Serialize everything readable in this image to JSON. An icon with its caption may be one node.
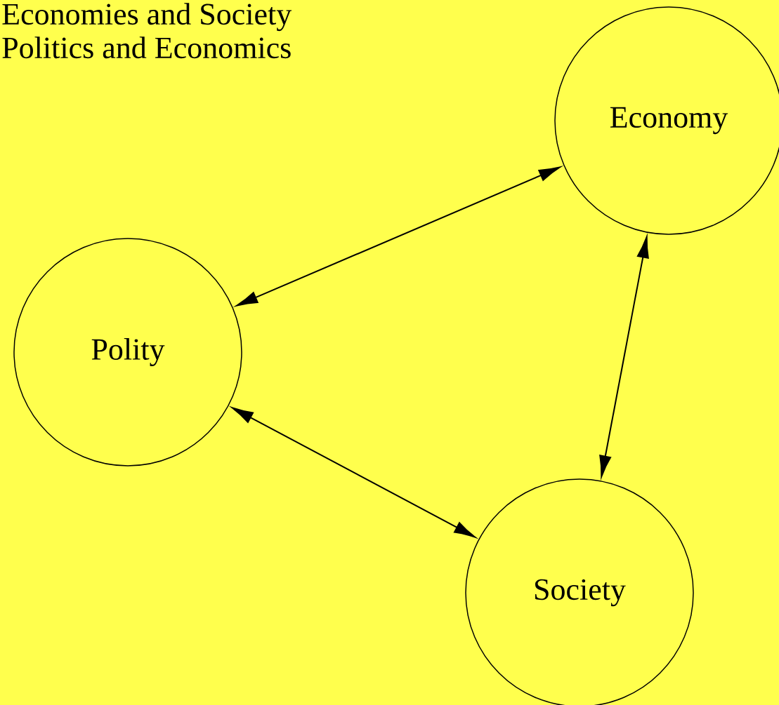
{
  "diagram": {
    "nodes": [
      {
        "text": [
          "Economy"
        ]
      },
      {
        "text": [
          "Polity"
        ]
      },
      {
        "text": [
          "Society"
        ]
      }
    ],
    "edges": [
      {
        "from": 1,
        "to": 0,
        "arrow": "both"
      },
      {
        "from": 0,
        "to": 2,
        "arrow": "both"
      },
      {
        "from": 1,
        "to": 2,
        "arrow": "both"
      }
    ],
    "labels": [
      "Economies and Society",
      "Politics and Economics"
    ]
  }
}
